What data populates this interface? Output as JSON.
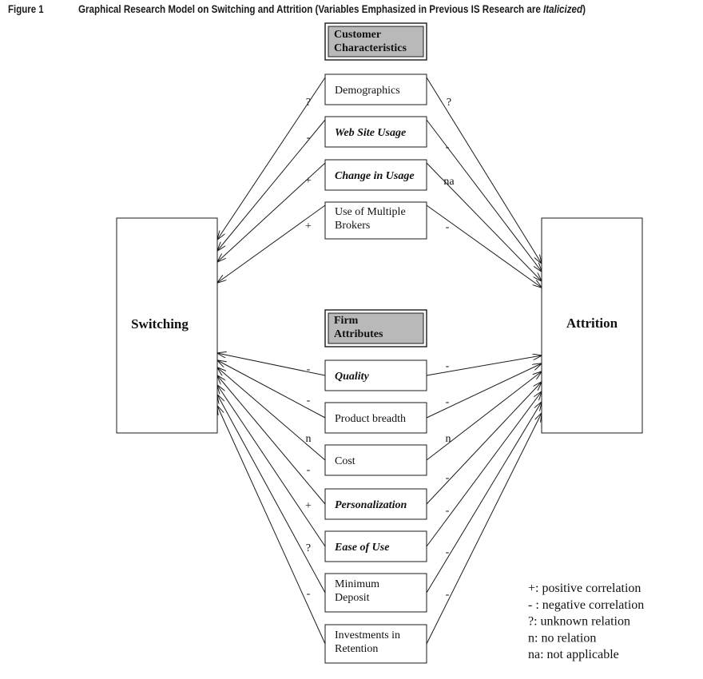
{
  "figure_label": "Figure 1",
  "figure_title": {
    "prefix": "Graphical Research Model on Switching and Attrition (Variables Emphasized in Previous IS Research are ",
    "emphasis": "Italicized",
    "suffix": ")"
  },
  "groups": {
    "customer": [
      "Customer",
      "Characteristics"
    ],
    "firm": [
      "Firm",
      "Attributes"
    ]
  },
  "outcomes": {
    "left": "Switching",
    "right": "Attrition"
  },
  "variables": [
    {
      "lines": [
        "Demographics"
      ],
      "emphasized": false,
      "switch_sign": "?",
      "attrition_sign": "?"
    },
    {
      "lines": [
        "Web Site Usage"
      ],
      "emphasized": true,
      "switch_sign": "-",
      "attrition_sign": "-"
    },
    {
      "lines": [
        "Change in Usage"
      ],
      "emphasized": true,
      "switch_sign": "+",
      "attrition_sign": "na"
    },
    {
      "lines": [
        "Use of Multiple",
        "Brokers"
      ],
      "emphasized": false,
      "switch_sign": "+",
      "attrition_sign": "-"
    },
    {
      "lines": [
        "Quality"
      ],
      "emphasized": true,
      "switch_sign": "-",
      "attrition_sign": "-"
    },
    {
      "lines": [
        "Product breadth"
      ],
      "emphasized": false,
      "switch_sign": "-",
      "attrition_sign": "-"
    },
    {
      "lines": [
        "Cost"
      ],
      "emphasized": false,
      "switch_sign": "n",
      "attrition_sign": "n"
    },
    {
      "lines": [
        "Personalization"
      ],
      "emphasized": true,
      "switch_sign": "-",
      "attrition_sign": "-"
    },
    {
      "lines": [
        "Ease of Use"
      ],
      "emphasized": true,
      "switch_sign": "+",
      "attrition_sign": "-"
    },
    {
      "lines": [
        "Minimum",
        "Deposit"
      ],
      "emphasized": false,
      "switch_sign": "?",
      "attrition_sign": "-"
    },
    {
      "lines": [
        "Investments in",
        "Retention"
      ],
      "emphasized": false,
      "switch_sign": "-",
      "attrition_sign": "-"
    }
  ],
  "legend": [
    "+: positive correlation",
    "- : negative correlation",
    "?: unknown relation",
    "n: no relation",
    "na: not applicable"
  ]
}
